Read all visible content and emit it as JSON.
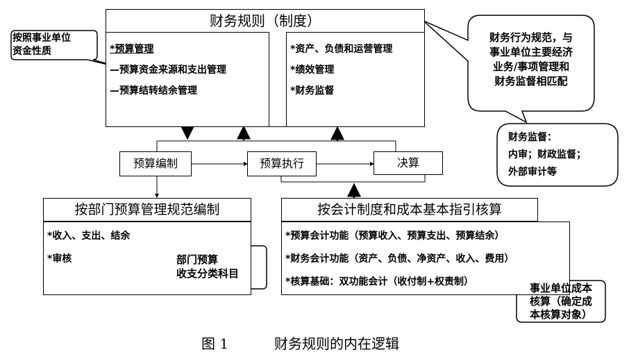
{
  "top": {
    "title": "财务规则（制度）",
    "left_items": [
      "*预算管理",
      "—预算资金来源和支出管理",
      "—预算结转结余管理"
    ],
    "right_items": [
      "*资产、负债和运营管理",
      "*绩效管理",
      "*财务监督"
    ]
  },
  "flow": {
    "step1": "预算编制",
    "step2": "预算执行",
    "step3": "决算"
  },
  "left_bottom": {
    "title": "按部门预算管理规范编制",
    "items": [
      "*收入、支出、结余",
      "*审核"
    ]
  },
  "right_bottom": {
    "title": "按会计制度和成本基本指引核算",
    "items": [
      "*预算会计功能（预算收入、预算支出、预算结余）",
      "*财务会计功能（资产、负债、净资产、收入、费用）",
      "*核算基础：双功能会计（收付制+权责制）"
    ]
  },
  "callouts": {
    "funds": "按照事业单位\n资金性质",
    "behavior": "财务行为规范，与\n事业单位主要经济\n业务/事项管理和\n财务监督相匹配",
    "supervision": "财务监督：\n内审；财政监督；\n外部审计等",
    "dept_budget": "部门预算\n收支分类科目",
    "cost": "事业单位成本\n核算（确定成\n本核算对象）"
  },
  "caption": {
    "number": "图 1",
    "text": "财务规则的内在逻辑"
  }
}
